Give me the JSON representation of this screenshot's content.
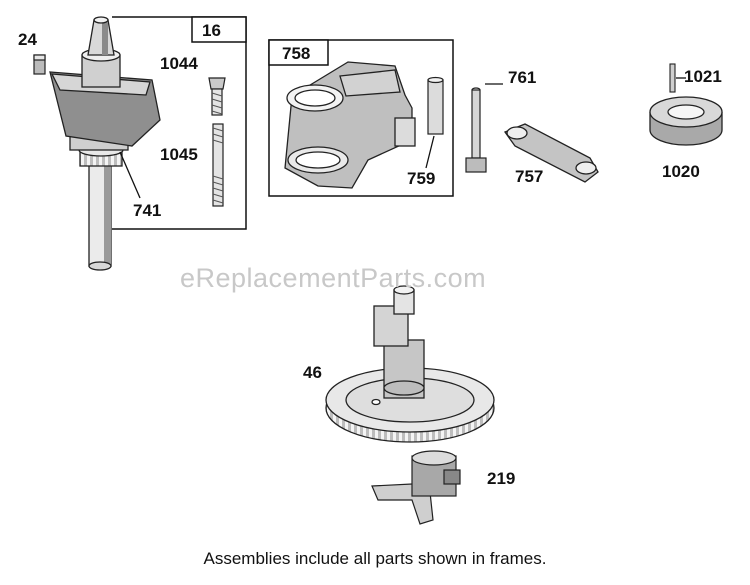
{
  "labels": {
    "p24": "24",
    "p16": "16",
    "p1044": "1044",
    "p1045": "1045",
    "p741": "741",
    "p758": "758",
    "p759": "759",
    "p761": "761",
    "p757": "757",
    "p1021": "1021",
    "p1020": "1020",
    "p46": "46",
    "p219": "219"
  },
  "watermark": "eReplacementParts.com",
  "caption": "Assemblies include all parts shown in frames."
}
